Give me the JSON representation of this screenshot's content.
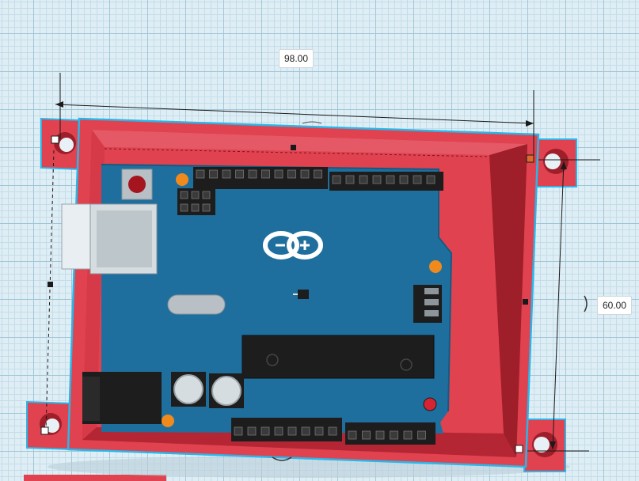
{
  "dimensions": {
    "width_label": "98.00",
    "height_label": "60.00"
  },
  "colors": {
    "enclosure_red": "#e0424f",
    "enclosure_dark": "#9e1e2a",
    "selection_outline": "#2ab6e8",
    "board_blue": "#1f6f9e",
    "header_black": "#1d1d1d",
    "accent_orange": "#f08a1c",
    "workplane_grid": "#9fc6d8"
  },
  "scene": {
    "object": "arduino-board-in-enclosure",
    "selected": true
  }
}
